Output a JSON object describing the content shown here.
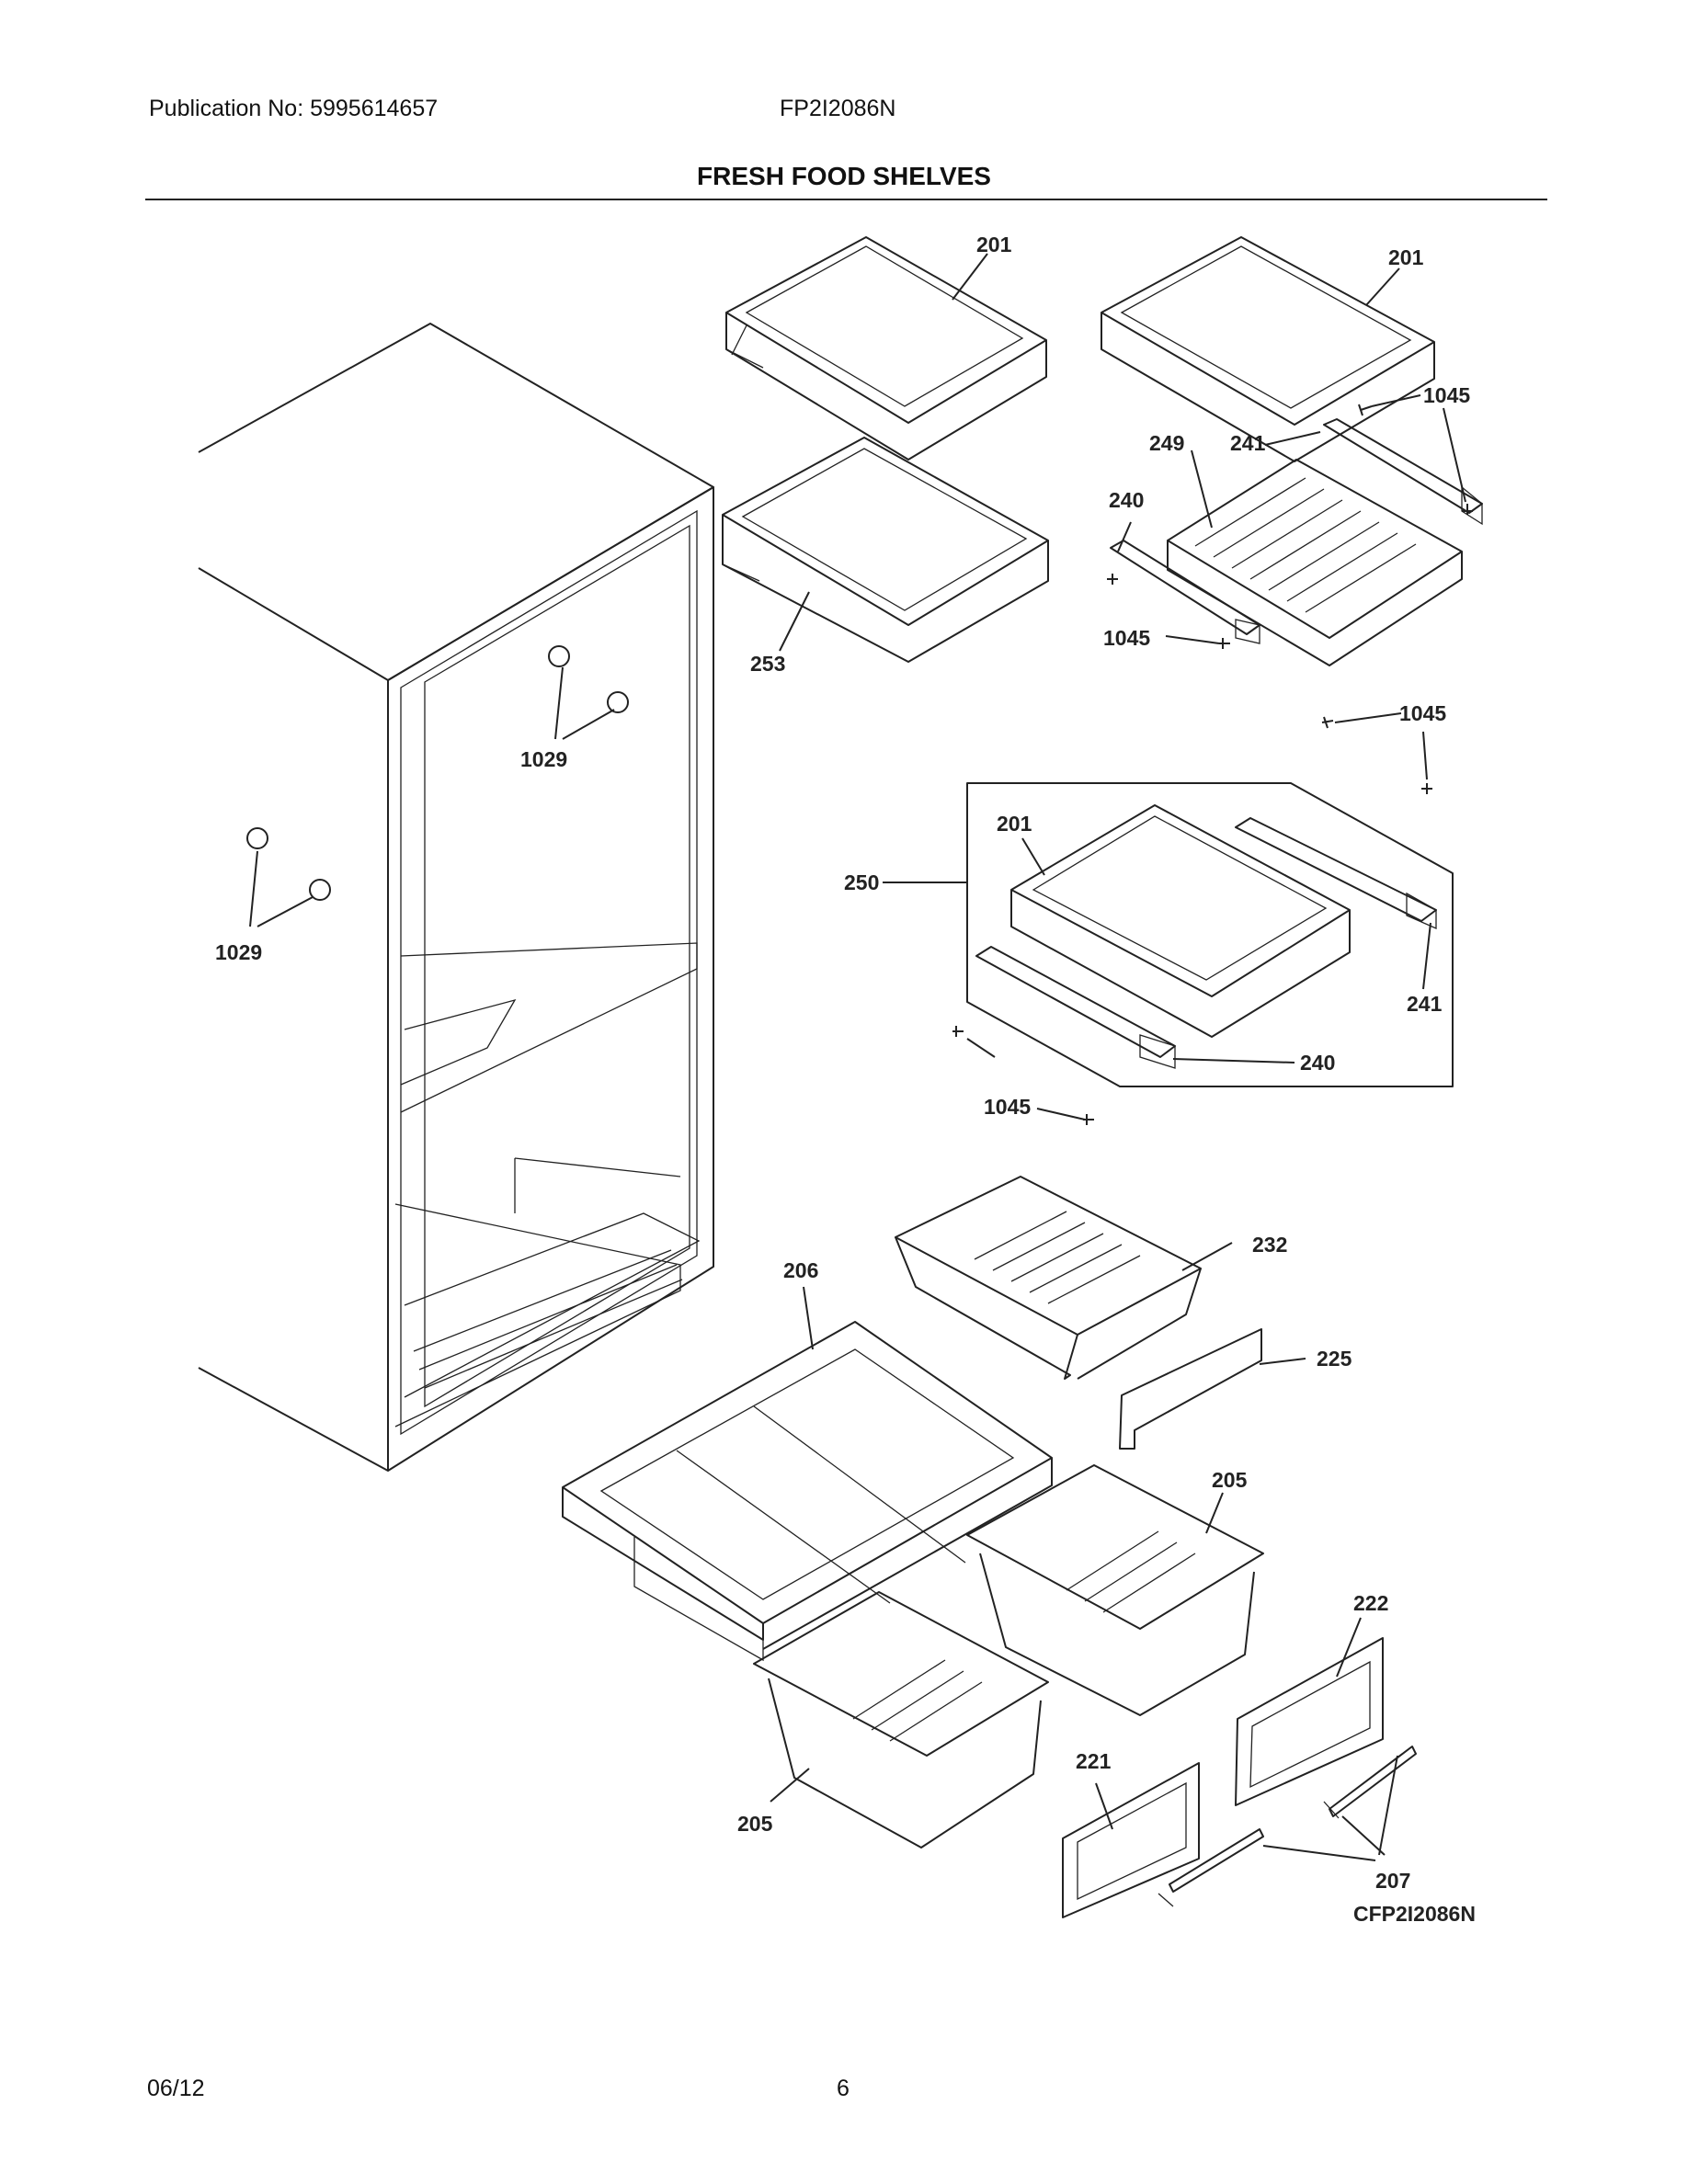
{
  "header": {
    "publication": "Publication No: 5995614657",
    "model": "FP2I2086N",
    "title": "FRESH FOOD SHELVES"
  },
  "footer": {
    "date": "06/12",
    "page": "6"
  },
  "diagram": {
    "callouts": {
      "c201a": "201",
      "c201b": "201",
      "c1045a": "1045",
      "c249": "249",
      "c241a": "241",
      "c240a": "240",
      "c1045b": "1045",
      "c253": "253",
      "c1029a": "1029",
      "c1029b": "1029",
      "c1045c": "1045",
      "c201c": "201",
      "c250": "250",
      "c241b": "241",
      "c240b": "240",
      "c1045d": "1045",
      "c232": "232",
      "c206": "206",
      "c225": "225",
      "c205a": "205",
      "c222": "222",
      "c221": "221",
      "c205b": "205",
      "c207": "207"
    },
    "diagram_id": "CFP2I2086N"
  }
}
